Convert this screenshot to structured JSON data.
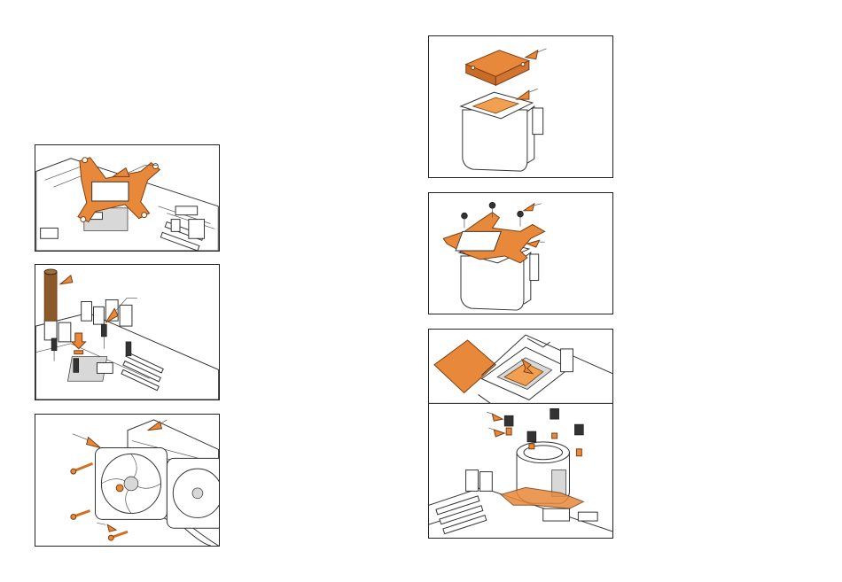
{
  "manual": {
    "left_column": [
      {
        "step": "backplate",
        "icon": "backplate-bracket-icon"
      },
      {
        "step": "standoffs",
        "icon": "standoff-screw-icon"
      },
      {
        "step": "fan-mount",
        "icon": "fan-radiator-icon"
      }
    ],
    "right_column": [
      {
        "step": "thermal-pad",
        "icon": "pump-head-icon"
      },
      {
        "step": "mount-bracket",
        "icon": "mounting-bracket-icon"
      },
      {
        "step": "cpu-install",
        "icon": "cpu-socket-icon"
      }
    ]
  },
  "colors": {
    "accent": "#e8883a",
    "outline": "#222222"
  }
}
